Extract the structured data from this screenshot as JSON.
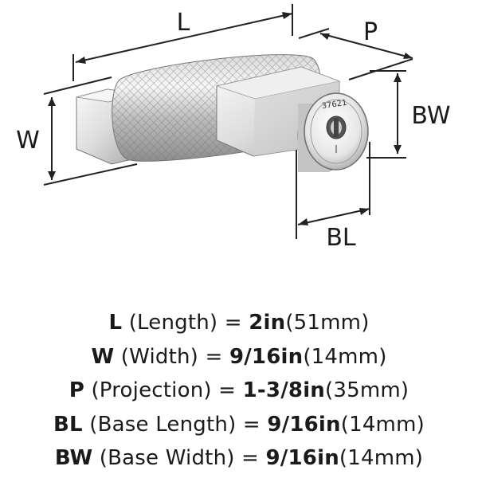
{
  "diagram": {
    "labels": {
      "L": "L",
      "W": "W",
      "P": "P",
      "BW": "BW",
      "BL": "BL"
    },
    "serial_number": "37621",
    "colors": {
      "metal_light": "#f4f4f4",
      "metal_mid": "#c9c9c9",
      "metal_dark": "#8a8a8a",
      "line": "#222222"
    }
  },
  "specs": [
    {
      "abbr": "L",
      "name": " (Length) = ",
      "value": "2in",
      "metric": "(51mm)"
    },
    {
      "abbr": "W",
      "name": " (Width) = ",
      "value": "9/16in",
      "metric": "(14mm)"
    },
    {
      "abbr": "P",
      "name": " (Projection) = ",
      "value": "1-3/8in",
      "metric": "(35mm)"
    },
    {
      "abbr": "BL",
      "name": " (Base Length) = ",
      "value": "9/16in",
      "metric": "(14mm)"
    },
    {
      "abbr": "BW",
      "name": " (Base Width) = ",
      "value": "9/16in",
      "metric": "(14mm)"
    }
  ]
}
